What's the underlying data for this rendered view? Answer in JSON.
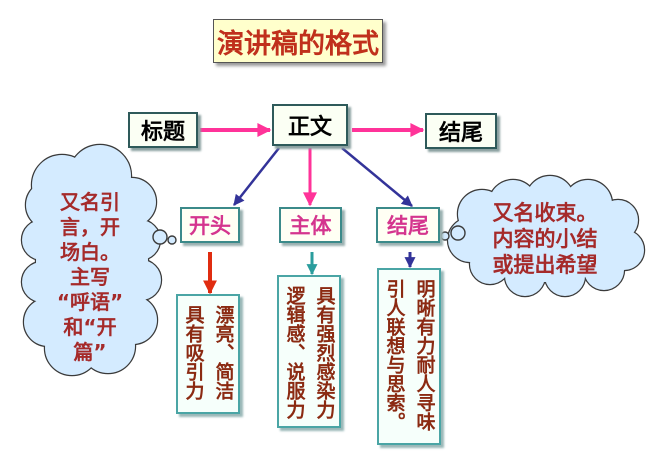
{
  "title": "演讲稿的格式",
  "top_row": {
    "left": "标题",
    "center": "正文",
    "right": "结尾"
  },
  "sections": [
    {
      "label": "开头",
      "text_columns": [
        "漂亮、简洁",
        "具有吸引力"
      ]
    },
    {
      "label": "主体",
      "text_columns": [
        "具有强烈感染力",
        "逻辑感、说服力"
      ]
    },
    {
      "label": "结尾",
      "text_columns": [
        "明晰有力耐人寻味",
        "引人联想与思索。"
      ]
    }
  ],
  "notes": {
    "opening": [
      "又名引",
      "言，开",
      "场白。",
      "主写",
      "“呼语”",
      "和“开",
      "篇”"
    ],
    "ending": [
      "又名收束。",
      "内容的小结",
      "或提出希望"
    ]
  },
  "colors": {
    "title_text": "#c0301c",
    "title_bg": "#ffffcc",
    "arrow_pink": "#ff3399",
    "arrow_navy": "#333399",
    "arrow_red": "#e02c10",
    "arrow_teal": "#2a9d9d",
    "section_label": "#d4358e",
    "note_text": "#a52a2a",
    "cloud_fill": "#d4ebff",
    "detail_text": "#8b2a12"
  }
}
